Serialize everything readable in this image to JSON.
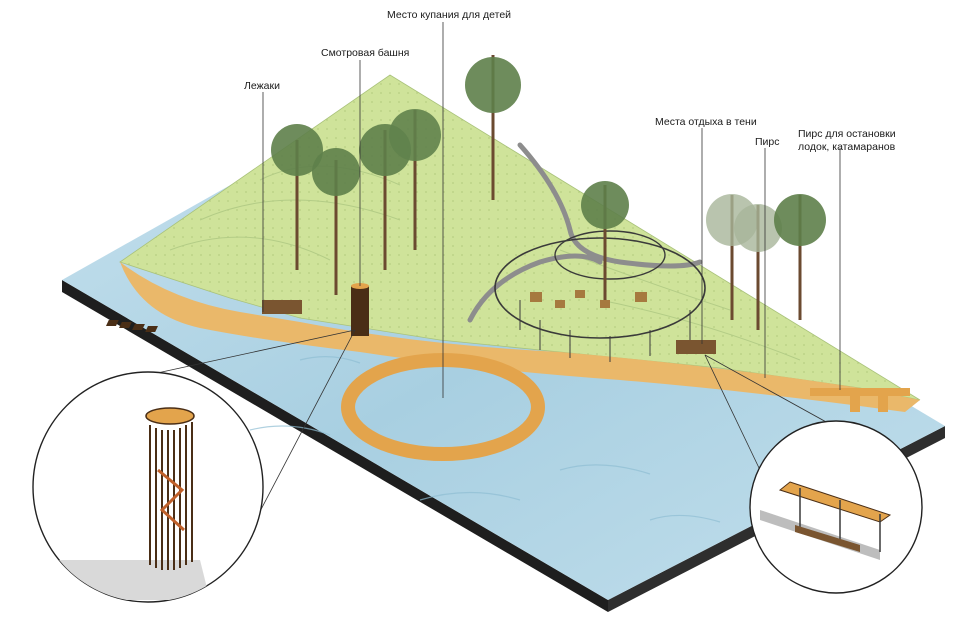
{
  "labels": {
    "loungers": "Лежаки",
    "tower": "Смотровая башня",
    "kids_swim": "Место купания для детей",
    "shade_rest": "Места отдыха в тени",
    "pier": "Пирс",
    "boat_pier": "Пирс для остановки\nлодок, катамаранов"
  },
  "colors": {
    "water": "#b9d8e6",
    "water_dark": "#9cc6da",
    "grass": "#cfe39a",
    "sand": "#eab86a",
    "deck": "#e3a44c",
    "path": "#8d8d8d",
    "base": "#1e1e1e",
    "wood_dark": "#5b3a1e",
    "tree": "#5e7f4a",
    "trunk": "#6b4a30"
  }
}
